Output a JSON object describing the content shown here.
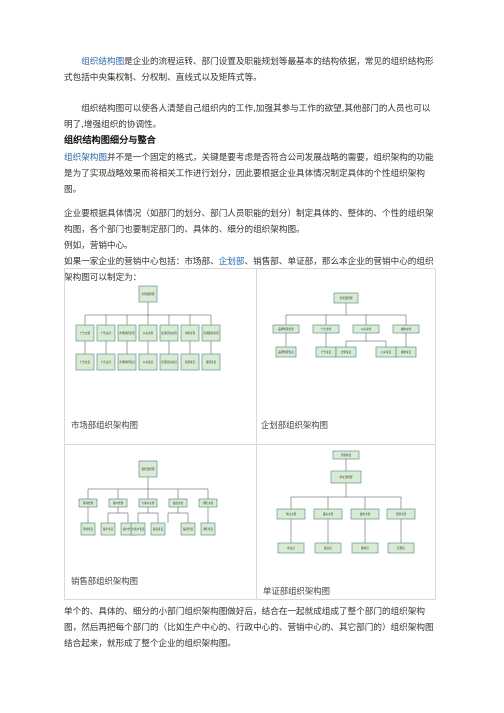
{
  "paragraphs": {
    "p1_link": "组织结构图",
    "p1_rest": "是企业的流程运转、部门设置及职能规划等最基本的结构依据，常见的组织结构形式包括中央集权制、分权制、直线式以及矩阵式等。",
    "p2": "组织结构图可以使各人清楚自己组织内的工作,加强其参与工作的欲望,其他部门的人员也可以明了,增强组织的协调性。",
    "heading": "组织结构图细分与整合",
    "p3_link": "组织架构图",
    "p3_rest": "并不是一个固定的格式，关键是要考虑是否符合公司发展战略的需要，组织架构的功能是为了实现战略效果而将相关工作进行划分，因此要根据企业具体情况制定具体的个性组织架构图。",
    "p4": "企业要根据具体情况（如部门的划分、部门人员职能的划分）制定具体的、整体的、个性的组织架构图，各个部门也要制定部门的、具体的、细分的组织架构图。",
    "p5": "例如，营销中心。",
    "p6_a": "如果一家企业的营销中心包括：市场部、",
    "p6_link": "企划部",
    "p6_b": "、销售部、单证部，那么本企业的营销中心的组织架构图可以制定为：",
    "p7": "单个的、具体的、细分的小部门组织架构图做好后，结合在一起就成组成了整个部门的组织架构图，然后再把每个部门的（比如生产中心的、行政中心的、营销中心的、其它部门的）组织架构图结合起来，就形成了整个企业的组织架构图。"
  },
  "captions": {
    "market": "市场部组织架构图",
    "planning": "企划部组织架构图",
    "sales": "销售部组织架构图",
    "docs": "单证部组织架构图"
  },
  "charts": {
    "market": {
      "top": "市场部经理",
      "mid": [
        "广告主管",
        "广告设计",
        "市场调研主管",
        "公关主管",
        "促销活动主管",
        "市场主管",
        "营销策划主管"
      ],
      "low": [
        "广告专员",
        "广告设计",
        "市场调研专员",
        "公关专员",
        "促销活动专员",
        "营销专员",
        "策划专员"
      ]
    },
    "planning": {
      "top": "企划部经理",
      "mid": [
        "品牌管理主管",
        "广告主管",
        "公关主管",
        "媒体主管"
      ],
      "low": [
        "品牌管理专员",
        "广告专员",
        "企划专员",
        "公关专员",
        "媒体专员"
      ]
    },
    "sales": {
      "top": "销售部经理",
      "mid": [
        "区域经理",
        "客户经理",
        "大客户主管",
        "渠道主管",
        "销售主管"
      ],
      "low": [
        "区域专员",
        "客户专员",
        "客户代表",
        "大客户专员",
        "渠道专员",
        "渠道代表",
        "销售专员"
      ]
    },
    "docs": {
      "above": "营销总监",
      "top": "单证部经理",
      "mid": [
        "单证主管",
        "报关主管",
        "跟单主管",
        "结算主管"
      ],
      "low": [
        "单证员",
        "报关员",
        "跟单员",
        "结算员"
      ]
    }
  }
}
